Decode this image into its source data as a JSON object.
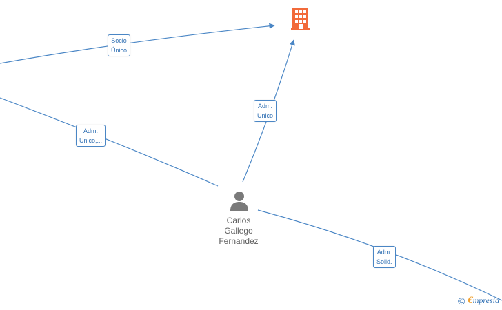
{
  "colors": {
    "edge": "#4a86c5",
    "company_icon": "#f26a3a",
    "person_icon": "#7a7a7a",
    "label_text": "#2f6fb3"
  },
  "nodes": {
    "company": {
      "icon": "building-icon"
    },
    "person": {
      "icon": "person-icon",
      "name_lines": [
        "Carlos",
        "Gallego",
        "Fernandez"
      ]
    }
  },
  "edges": [
    {
      "label_lines": [
        "Socio",
        "Único"
      ]
    },
    {
      "label_lines": [
        "Adm.",
        "Unico"
      ]
    },
    {
      "label_lines": [
        "Adm.",
        "Unico,..."
      ]
    },
    {
      "label_lines": [
        "Adm.",
        "Solid."
      ]
    }
  ],
  "watermark": {
    "copyright_symbol": "©",
    "brand_initial": "€",
    "brand_rest": "mpresia"
  }
}
